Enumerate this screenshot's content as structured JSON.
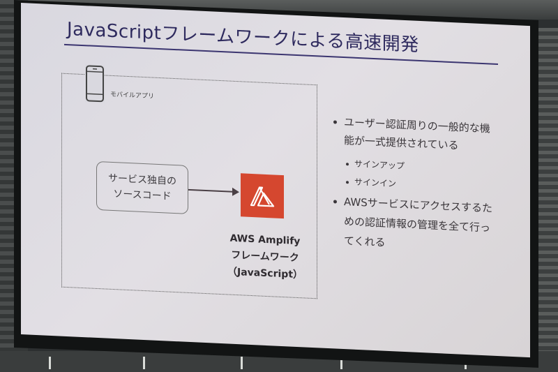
{
  "slide": {
    "title": "JavaScriptフレームワークによる高速開発",
    "mobile_label": "モバイルアプリ",
    "source_box": {
      "line1": "サービス独自の",
      "line2": "ソースコード"
    },
    "amplify": {
      "line1": "AWS Amplify",
      "line2": "フレームワーク",
      "line3": "（JavaScript）"
    },
    "bullets": {
      "b1_line1": "ユーザー認証周りの一般的な機",
      "b1_line2": "能が一式提供されている",
      "sub1": "サインアップ",
      "sub2": "サインイン",
      "b2_line1": "AWSサービスにアクセスするた",
      "b2_line2": "めの認証情報の管理を全て行っ",
      "b2_line3": "てくれる"
    }
  },
  "colors": {
    "title": "#2e2a5e",
    "rule": "#3b3570",
    "amplify_brand": "#d5472f",
    "slide_bg": "#dedce2"
  },
  "icons": {
    "phone": "smartphone-icon",
    "amplify": "aws-amplify-logo-icon"
  }
}
